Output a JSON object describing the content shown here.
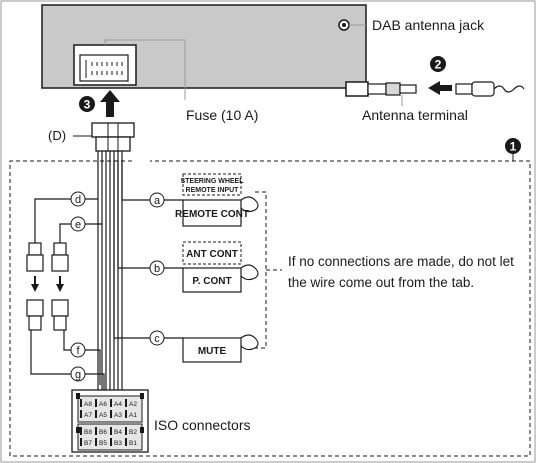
{
  "labels": {
    "dab_jack": "DAB antenna jack",
    "fuse": "Fuse (10 A)",
    "antenna_terminal": "Antenna terminal",
    "d_label": "(D)",
    "steering_line1": "STEERING WHEEL",
    "steering_line2": "REMOTE INPUT",
    "remote_cont": "REMOTE CONT",
    "ant_cont": "ANT CONT",
    "p_cont": "P. CONT",
    "mute": "MUTE",
    "note_line1": "If no connections are made, do not let",
    "note_line2": "the wire come out from the tab.",
    "iso": "ISO connectors"
  },
  "steps": {
    "one": "1",
    "two": "2",
    "three": "3"
  },
  "wire_letters": {
    "a": "a",
    "b": "b",
    "c": "c",
    "d": "d",
    "e": "e",
    "f": "f",
    "g": "g"
  },
  "iso_pins": {
    "top_row1": [
      "A8",
      "A6",
      "A4",
      "A2"
    ],
    "top_row2": [
      "A7",
      "A5",
      "A3",
      "A1"
    ],
    "bot_row1": [
      "B8",
      "B6",
      "B4",
      "B2"
    ],
    "bot_row2": [
      "B7",
      "B5",
      "B3",
      "B1"
    ]
  },
  "colors": {
    "unit_fill": "#c9c9c9",
    "line": "#1a1a1a"
  }
}
